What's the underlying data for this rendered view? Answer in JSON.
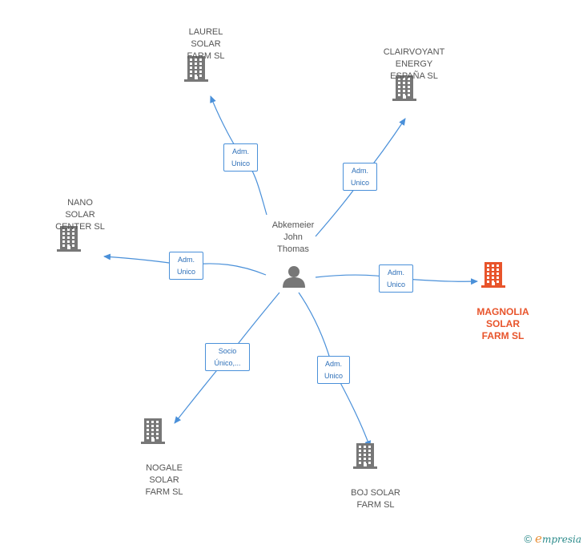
{
  "center": {
    "label": "Abkemeier\nJohn\nThomas",
    "icon": "person-icon"
  },
  "companies": [
    {
      "id": "laurel",
      "label": "LAUREL\nSOLAR\nFARM SL",
      "icon": "building-icon"
    },
    {
      "id": "clairvoyant",
      "label": "CLAIRVOYANT\nENERGY\nESPAÑA  SL",
      "icon": "building-icon"
    },
    {
      "id": "nano",
      "label": "NANO\nSOLAR\nCENTER SL",
      "icon": "building-icon"
    },
    {
      "id": "magnolia",
      "label": "MAGNOLIA\nSOLAR\nFARM SL",
      "icon": "building-icon",
      "highlight": true
    },
    {
      "id": "nogale",
      "label": "NOGALE\nSOLAR\nFARM SL",
      "icon": "building-icon"
    },
    {
      "id": "boj",
      "label": "BOJ SOLAR\nFARM SL",
      "icon": "building-icon"
    }
  ],
  "edges": [
    {
      "to": "laurel",
      "label": "Adm.\nUnico"
    },
    {
      "to": "clairvoyant",
      "label": "Adm.\nUnico"
    },
    {
      "to": "nano",
      "label": "Adm.\nUnico"
    },
    {
      "to": "magnolia",
      "label": "Adm.\nUnico"
    },
    {
      "to": "nogale",
      "label": "Socio\nÚnico,..."
    },
    {
      "to": "boj",
      "label": "Adm.\nUnico"
    }
  ],
  "footer": {
    "copyright": "©",
    "brand_initial": "e",
    "brand_rest": "mpresia"
  },
  "colors": {
    "edge": "#4a90d9",
    "node": "#777777",
    "highlight": "#e8542b",
    "text": "#555555"
  }
}
